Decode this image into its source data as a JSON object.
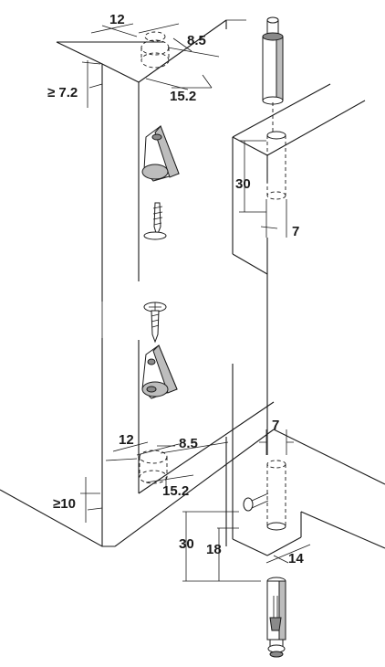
{
  "labels": {
    "top_hole_diameter": "12",
    "top_hole_depth": "8.5",
    "top_edge_min": "≥ 7.2",
    "top_setback": "15.2",
    "pin_hole_depth_top": "30",
    "pin_hole_diameter_top": "7",
    "bottom_hole_diameter": "12",
    "bottom_hole_depth": "8.5",
    "bottom_edge_min": "≥10",
    "bottom_setback": "15.2",
    "pin_hole_diameter_bottom": "7",
    "pin_hole_depth_bottom": "30",
    "pin_offset": "18",
    "edge_distance": "14"
  },
  "colors": {
    "line": "#1a1a1a",
    "part_shade": "#bdbdbd",
    "part_dark": "#8a8a8a"
  }
}
